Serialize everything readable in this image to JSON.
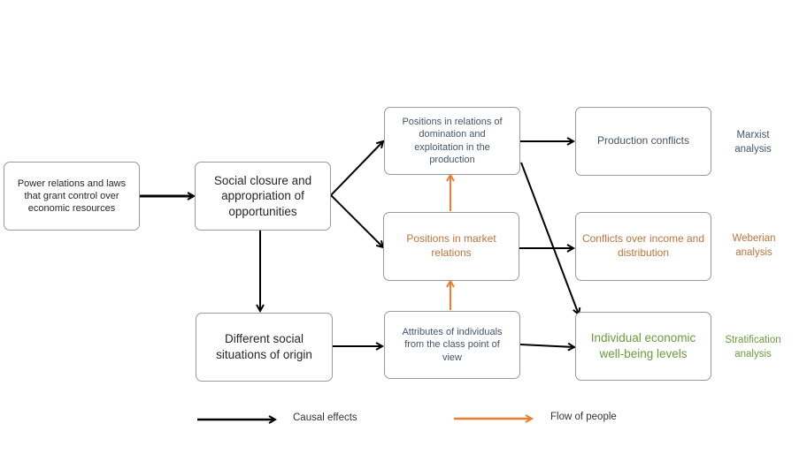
{
  "nodes": {
    "power_relations": "Power relations and laws that grant control over economic resources",
    "social_closure": "Social closure and appropriation of opportunities",
    "different_origins": "Different social situations of origin",
    "positions_domination": "Positions in relations of domination and exploitation in the production",
    "positions_market": "Positions in market relations",
    "attributes_individuals": "Attributes of individuals from the class point of view",
    "production_conflicts": "Production conflicts",
    "income_conflicts": "Conflicts over income and distribution",
    "wellbeing_levels": "Individual economic well-being levels"
  },
  "analysis_labels": {
    "marxist": "Marxist analysis",
    "weberian": "Weberian analysis",
    "stratification": "Stratification analysis"
  },
  "legend": {
    "causal": "Causal effects",
    "flow": "Flow of people"
  },
  "colors": {
    "causal_arrow": "#000000",
    "flow_arrow": "#ed7d31",
    "marxist": "#44546a",
    "weberian": "#c0733a",
    "stratification": "#6b9a3e"
  },
  "edges": [
    {
      "from": "power_relations",
      "to": "social_closure",
      "type": "causal"
    },
    {
      "from": "social_closure",
      "to": "positions_domination",
      "type": "causal"
    },
    {
      "from": "social_closure",
      "to": "positions_market",
      "type": "causal"
    },
    {
      "from": "social_closure",
      "to": "different_origins",
      "type": "causal"
    },
    {
      "from": "different_origins",
      "to": "attributes_individuals",
      "type": "causal"
    },
    {
      "from": "attributes_individuals",
      "to": "positions_market",
      "type": "flow"
    },
    {
      "from": "positions_market",
      "to": "positions_domination",
      "type": "flow"
    },
    {
      "from": "positions_domination",
      "to": "production_conflicts",
      "type": "causal"
    },
    {
      "from": "positions_market",
      "to": "income_conflicts",
      "type": "causal"
    },
    {
      "from": "attributes_individuals",
      "to": "wellbeing_levels",
      "type": "causal"
    },
    {
      "from": "positions_domination",
      "to": "wellbeing_levels",
      "type": "causal"
    }
  ]
}
